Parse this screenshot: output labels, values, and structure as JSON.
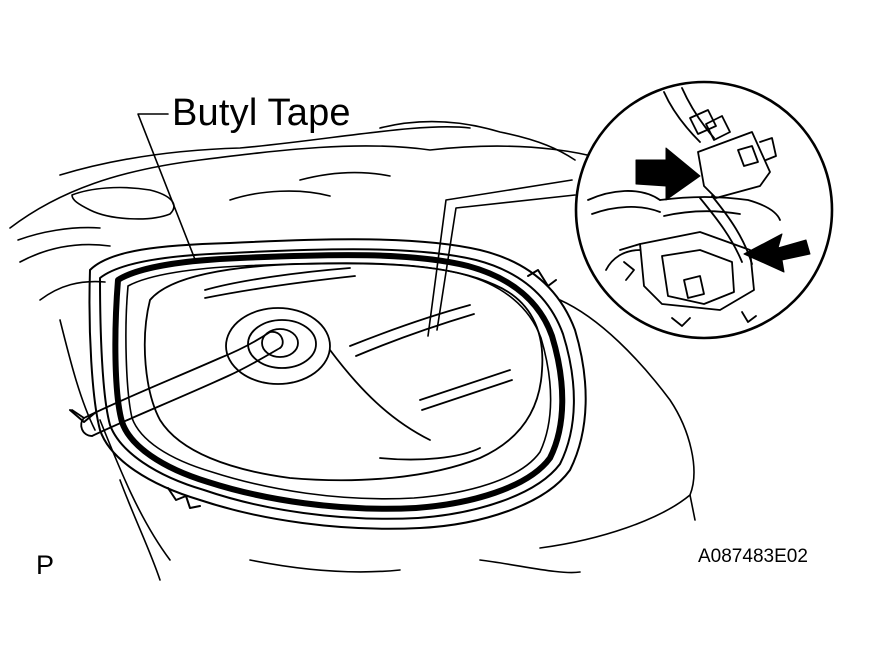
{
  "figure": {
    "callout_label": "Butyl Tape",
    "view_marker": "P",
    "figure_code": "A087483E02"
  },
  "colors": {
    "line": "#000000",
    "background": "#ffffff"
  },
  "icons": [
    "arrow-right-icon",
    "arrow-left-icon"
  ]
}
